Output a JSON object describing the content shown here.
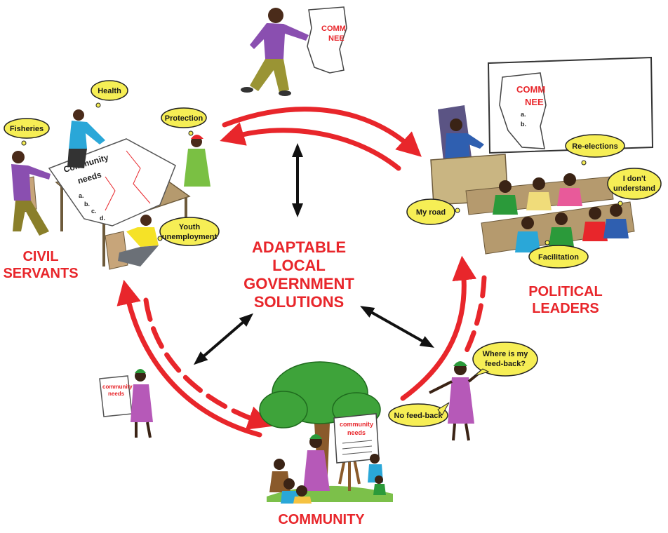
{
  "center_title": [
    "ADAPTABLE",
    "LOCAL",
    "GOVERNMENT",
    "SOLUTIONS"
  ],
  "groups": {
    "civil_servants": [
      "CIVIL",
      "SERVANTS"
    ],
    "political_leaders": [
      "POLITICAL",
      "LEADERS"
    ],
    "community": "COMMUNITY"
  },
  "thought_bubbles": {
    "fisheries": "Fisheries",
    "health": "Health",
    "protection": "Protection",
    "youth": [
      "Youth",
      "unemployment"
    ],
    "re_elections": "Re-elections",
    "i_dont_understand": [
      "I don't",
      "understand"
    ],
    "my_road": "My road",
    "facilitation": "Facilitation",
    "where_feedback": [
      "Where is my",
      "feed-back?"
    ],
    "no_feedback": "No feed-back"
  },
  "papers": {
    "big_sheet": [
      "Community",
      "needs"
    ],
    "big_sheet_items": [
      "a.",
      "b.",
      "c.",
      "d."
    ],
    "carried_map": [
      "COMM",
      "NEE"
    ],
    "whiteboard_map": [
      "COMM",
      "NEE"
    ],
    "whiteboard_items": [
      "a.",
      "b."
    ],
    "left_sheet": [
      "community",
      "needs"
    ],
    "easel_sheet": [
      "community",
      "needs"
    ]
  },
  "colors": {
    "accent_red": "#e8262b",
    "arrow_black": "#111111",
    "bubble_yellow": "#f6ee55",
    "tree_green": "#3ea33a",
    "purple_shirt": "#8a4fb0"
  }
}
